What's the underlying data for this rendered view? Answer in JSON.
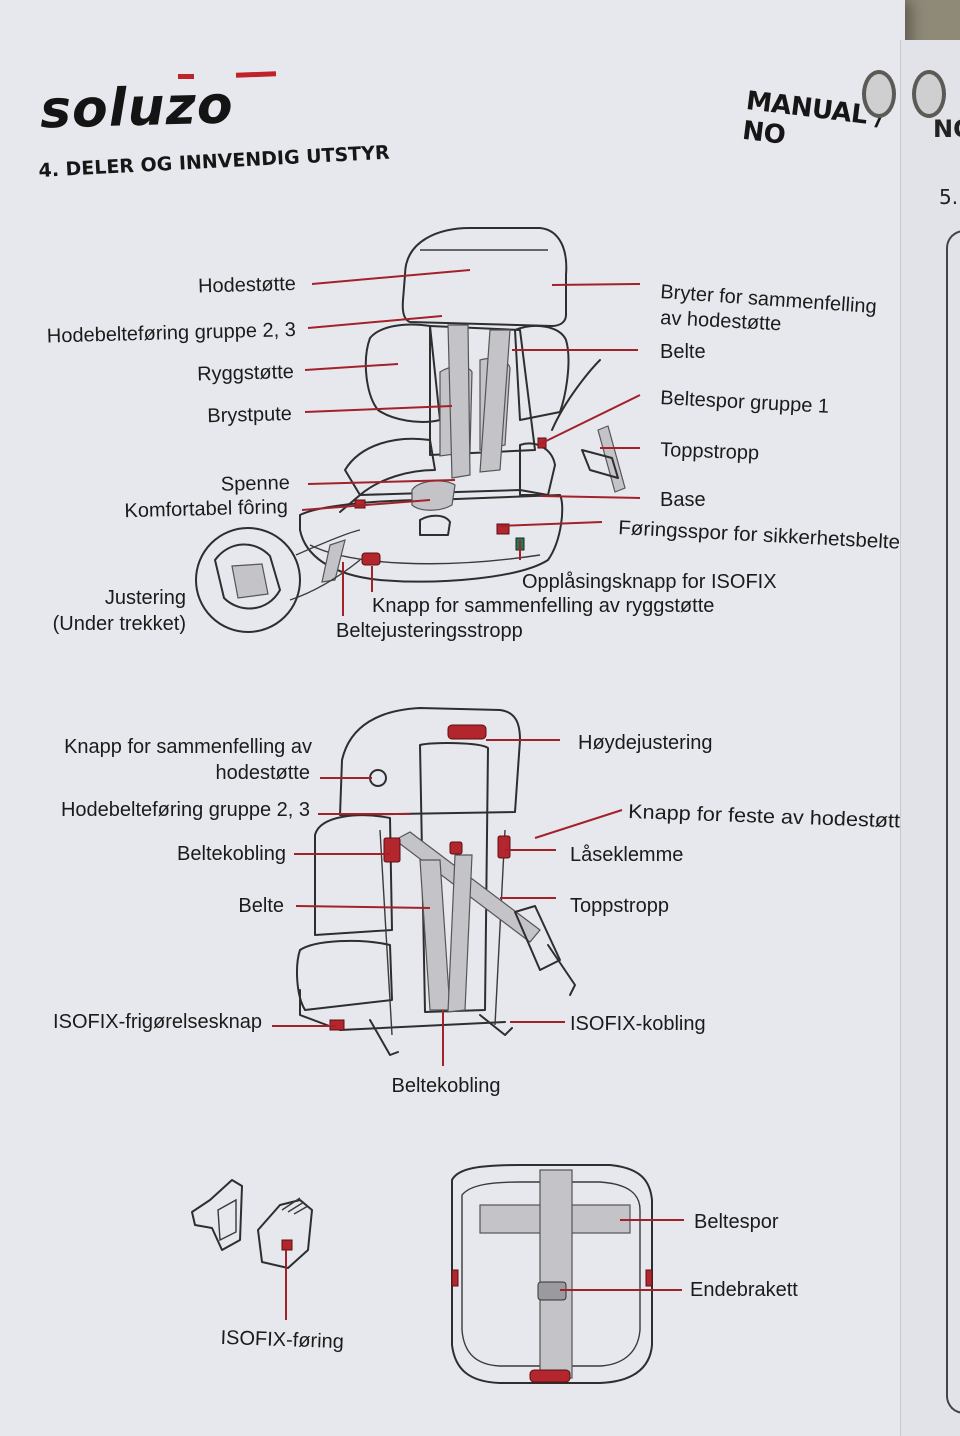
{
  "header": {
    "brand": "soluzo",
    "label": "MANUAL / NO"
  },
  "section_title": "4. DELER OG INNVENDIG UTSTYR",
  "next_page": {
    "header": "NO",
    "number": "5."
  },
  "diagram1": {
    "labels": {
      "hodestotte": "Hodestøtte",
      "hodebelteforing": "Hodebelteføring gruppe 2, 3",
      "ryggstotte": "Ryggstøtte",
      "brystpute": "Brystpute",
      "spenne": "Spenne",
      "komfortabel": "Komfortabel fôring",
      "justering": "Justering",
      "under_trekket": "(Under trekket)",
      "bryter_1": "Bryter for sammenfelling",
      "bryter_2": "av hodestøtte",
      "belte": "Belte",
      "beltespor_gruppe": "Beltespor gruppe 1",
      "toppstropp": "Toppstropp",
      "base": "Base",
      "foringsspor": "Føringsspor for sikkerhetsbelte",
      "opplasing": "Opplåsingsknapp for ISOFIX",
      "knapp_rygg": "Knapp for sammenfelling av ryggstøtte",
      "beltejustering": "Beltejusteringsstropp"
    }
  },
  "diagram2": {
    "labels": {
      "knapp_hode_1": "Knapp for sammenfelling av",
      "knapp_hode_2": "hodestøtte",
      "hodebelteforing": "Hodebelteføring gruppe 2, 3",
      "beltekobling_left": "Beltekobling",
      "belte": "Belte",
      "isofix_frigjoring": "ISOFIX-frigørelsesknap",
      "beltekobling_bottom": "Beltekobling",
      "hoydejustering": "Høydejustering",
      "knapp_feste": "Knapp for feste av hodestøtte",
      "laseklemme": "Låseklemme",
      "toppstropp": "Toppstropp",
      "isofix_kobling": "ISOFIX-kobling"
    }
  },
  "diagram3": {
    "labels": {
      "isofix_foring": "ISOFIX-føring",
      "beltespor": "Beltespor",
      "endebrakett": "Endebrakett"
    }
  },
  "colors": {
    "leader": "#a3222a",
    "accent_red": "#c0222a",
    "paper": "#e7e8ee"
  }
}
